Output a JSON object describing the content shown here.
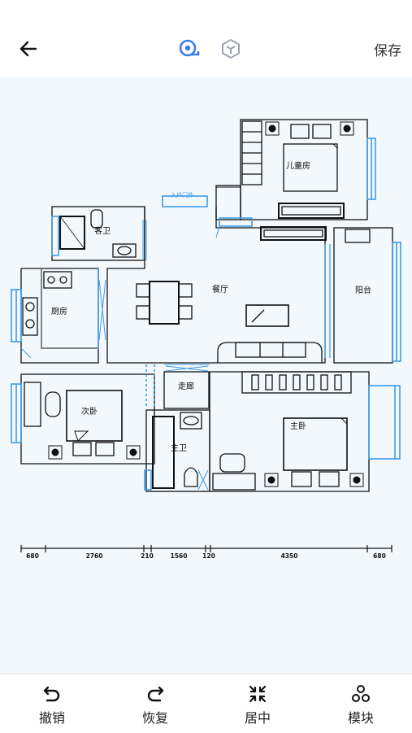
{
  "header": {
    "back_icon": "arrow-left-icon",
    "mode_2d_icon": "rotate-view-icon",
    "mode_3d_icon": "cube-3d-icon",
    "save_label": "保存",
    "accent_color": "#3a7bea"
  },
  "floorplan": {
    "rooms": {
      "kids_room": "儿童房",
      "guest_bath": "客卫",
      "entrance": "入户门外",
      "dining": "餐厅",
      "balcony": "阳台",
      "kitchen": "厨房",
      "corridor": "走廊",
      "second_bedroom": "次卧",
      "master_bath": "主卫",
      "master_bedroom": "主卧"
    },
    "dimensions": [
      "680",
      "2760",
      "210",
      "1560",
      "120",
      "4350",
      "680"
    ]
  },
  "toolbar": {
    "undo_label": "撤销",
    "redo_label": "恢复",
    "center_label": "居中",
    "modules_label": "模块"
  }
}
